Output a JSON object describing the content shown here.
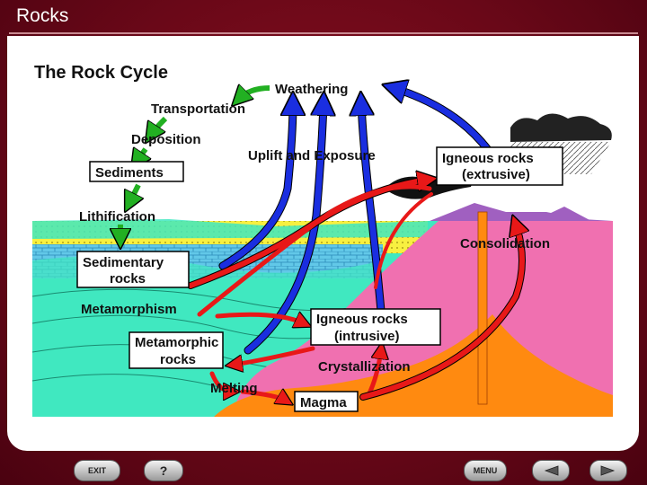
{
  "header": {
    "title": "Rocks"
  },
  "diagram": {
    "title": "The Rock Cycle",
    "labels": {
      "weathering": "Weathering",
      "transportation": "Transportation",
      "deposition": "Deposition",
      "sediments": "Sediments",
      "uplift": "Uplift and Exposure",
      "lithification": "Lithification",
      "igneous_extrusive_1": "Igneous rocks",
      "igneous_extrusive_2": "(extrusive)",
      "consolidation": "Consolidation",
      "sedimentary_1": "Sedimentary",
      "sedimentary_2": "rocks",
      "metamorphism": "Metamorphism",
      "igneous_intrusive_1": "Igneous rocks",
      "igneous_intrusive_2": "(intrusive)",
      "metamorphic_1": "Metamorphic",
      "metamorphic_2": "rocks",
      "crystallization": "Crystallization",
      "melting": "Melting",
      "magma": "Magma"
    },
    "colors": {
      "uplift_arrows": "#1a2ee0",
      "process_arrows": "#e81818",
      "surface_arrows": "#22b022",
      "sea": "#40e8c0",
      "igneous": "#f070b0",
      "magma": "#ff8a10",
      "volcano": "#a060c0",
      "sediment": "#f8f040"
    }
  },
  "nav": {
    "exit_label": "EXIT",
    "help_label": "?",
    "menu_label": "MENU",
    "prev_icon": "left-arrow-icon",
    "next_icon": "right-arrow-icon"
  }
}
